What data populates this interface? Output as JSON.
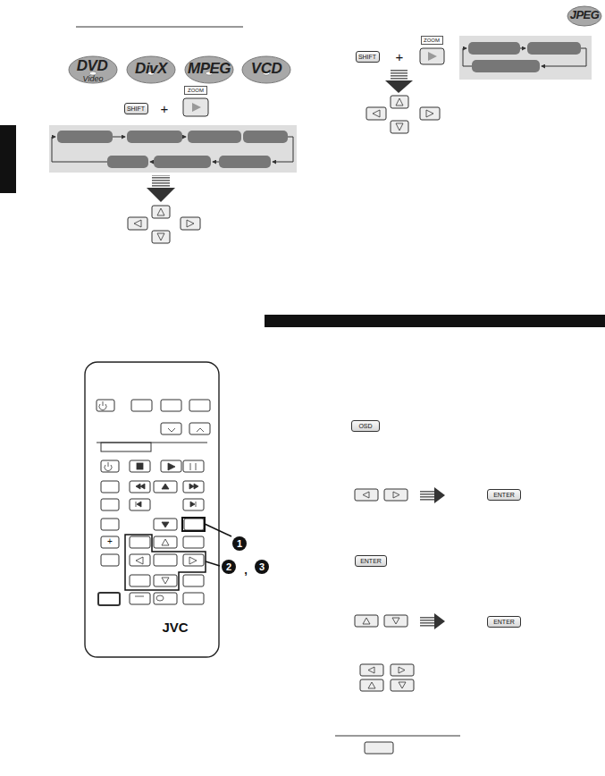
{
  "diagram": {
    "nodes": [
      {
        "text": [
          "SHIFT"
        ]
      },
      {
        "text": [
          "ZOOM"
        ]
      },
      {
        "text": [
          "SHIFT"
        ]
      },
      {
        "text": [
          "ZOOM"
        ]
      },
      {
        "text": [
          "OSD"
        ]
      },
      {
        "text": [
          "ENTER"
        ]
      },
      {
        "text": [
          "ENTER"
        ]
      },
      {
        "text": [
          "ENTER"
        ]
      }
    ],
    "labels": [
      "DVD",
      "Video",
      "DivX",
      "MPEG",
      "VCD",
      "+",
      "JPEG",
      "+",
      "+",
      "JVC",
      "1",
      "2",
      ",",
      "3"
    ]
  }
}
